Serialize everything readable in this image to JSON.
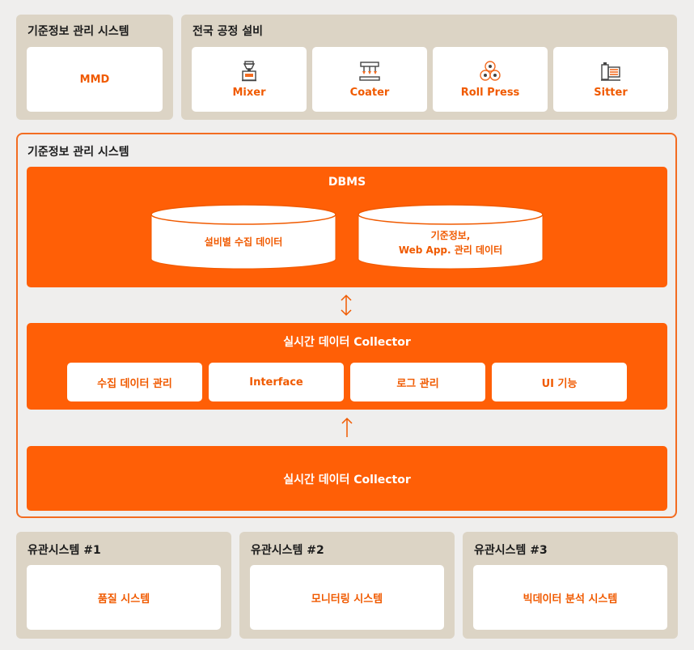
{
  "top_left_panel": {
    "title": "기준정보 관리 시스템",
    "card": "MMD"
  },
  "equipment_panel": {
    "title": "전국 공정 설비",
    "items": [
      {
        "label": "Mixer",
        "icon": "mixer-icon"
      },
      {
        "label": "Coater",
        "icon": "coater-icon"
      },
      {
        "label": "Roll Press",
        "icon": "roll-press-icon"
      },
      {
        "label": "Sitter",
        "icon": "sitter-icon"
      }
    ]
  },
  "main_system": {
    "title": "기준정보 관리 시스템",
    "dbms": {
      "title": "DBMS",
      "db1": "설비별 수집 데이터",
      "db2_line1": "기준정보,",
      "db2_line2": "Web App. 관리 데이터"
    },
    "collector": {
      "title": "실시간 데이터 Collector",
      "modules": [
        "수집 데이터 관리",
        "Interface",
        "로그 관리",
        "UI 기능"
      ]
    },
    "bottom_collector": {
      "title": "실시간 데이터 Collector"
    }
  },
  "related_systems": [
    {
      "title": "유관시스템 #1",
      "card": "품질 시스템"
    },
    {
      "title": "유관시스템 #2",
      "card": "모니터링 시스템"
    },
    {
      "title": "유관시스템 #3",
      "card": "빅데이터 분석 시스템"
    }
  ],
  "colors": {
    "accent": "#ff5f06",
    "panel": "#dcd4c5",
    "background": "#efeeed",
    "text_orange": "#f05a00"
  }
}
